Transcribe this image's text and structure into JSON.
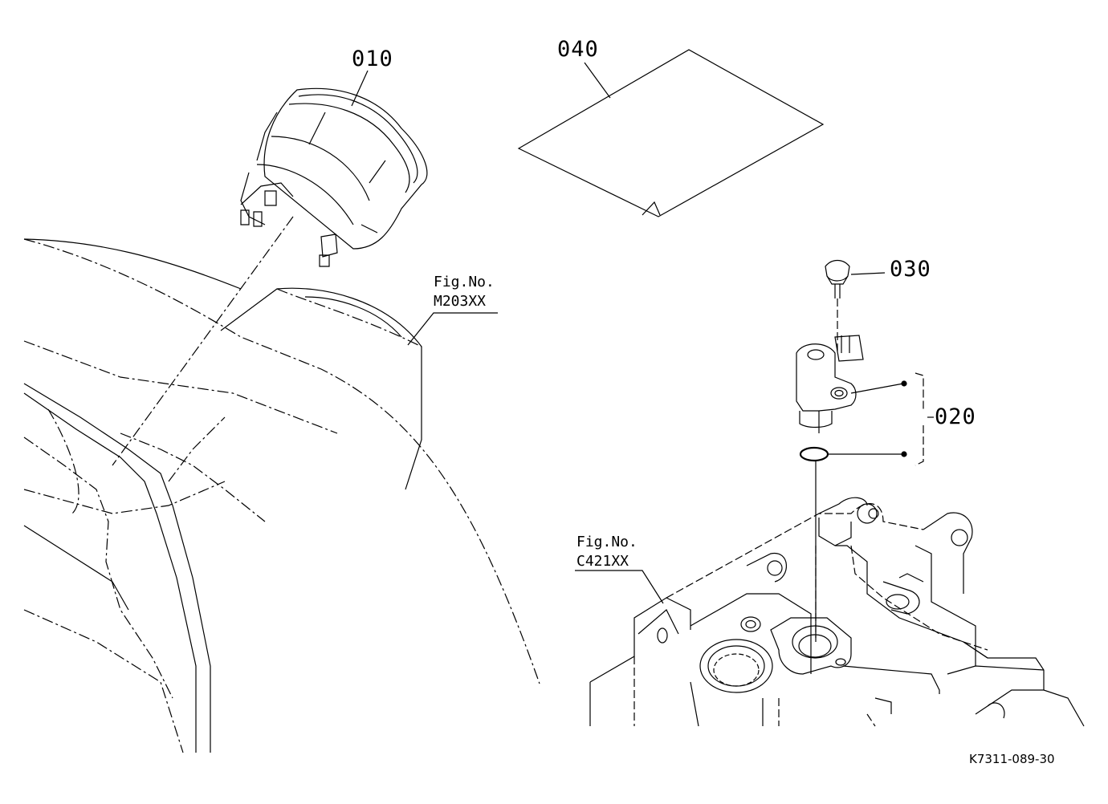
{
  "parts": {
    "p010": "010",
    "p020": "020",
    "p030": "030",
    "p040": "040"
  },
  "references": {
    "meter": {
      "line1": "Fig.No.",
      "line2": "M203XX"
    },
    "case": {
      "line1": "Fig.No.",
      "line2": "C421XX"
    }
  },
  "drawing_code": "K7311-089-30",
  "colors": {
    "ink": "#000000",
    "paper": "#ffffff"
  }
}
